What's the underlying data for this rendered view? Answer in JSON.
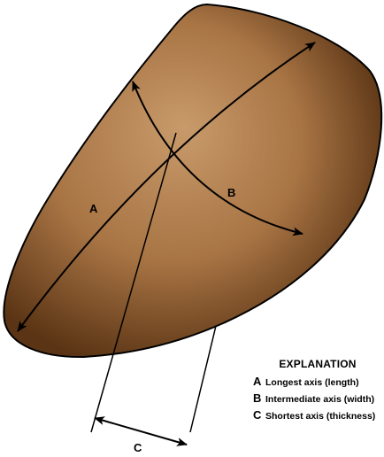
{
  "diagram": {
    "axis_labels": {
      "a": "A",
      "b": "B",
      "c": "C"
    }
  },
  "explanation": {
    "title": "EXPLANATION",
    "items": [
      {
        "key": "A",
        "text": "Longest axis (length)"
      },
      {
        "key": "B",
        "text": "Intermediate axis (width)"
      },
      {
        "key": "C",
        "text": "Shortest axis (thickness)"
      }
    ]
  },
  "colors": {
    "clast_light": "#c89a6a",
    "clast_mid": "#a87444",
    "clast_dark": "#5a3414",
    "outline": "#000000"
  }
}
